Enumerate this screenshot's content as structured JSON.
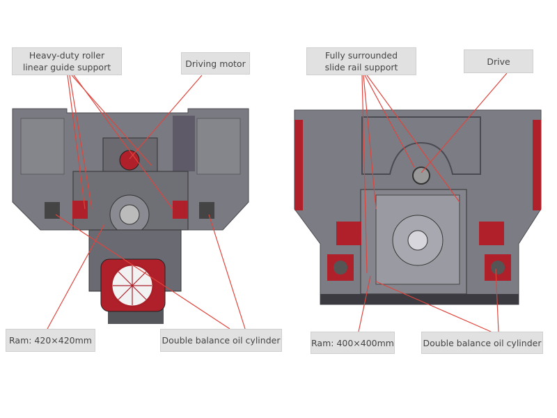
{
  "left_machine": {
    "labels": {
      "guide_line1": "Heavy-duty roller",
      "guide_line2": "linear guide support",
      "motor": "Driving motor",
      "ram": "Ram: 420×420mm",
      "cylinder": "Double balance oil cylinder"
    }
  },
  "right_machine": {
    "labels": {
      "rail_line1": "Fully surrounded",
      "rail_line2": "slide rail support",
      "drive": "Drive",
      "ram": "Ram: 400×400mm",
      "cylinder": "Double balance oil cylinder"
    }
  },
  "colors": {
    "leader": "#e0443c",
    "body": "#77777f",
    "accent_red": "#b0202a"
  }
}
